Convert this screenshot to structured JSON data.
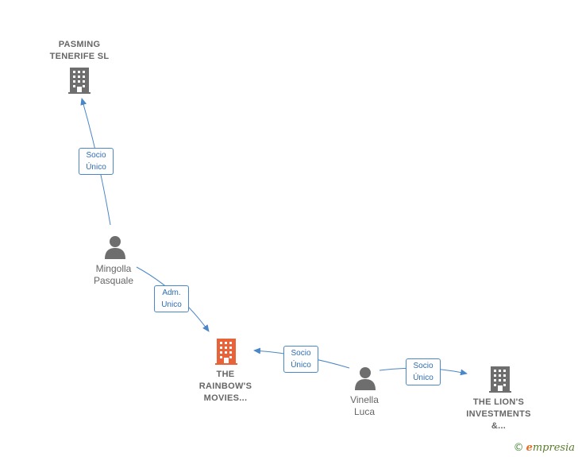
{
  "nodes": {
    "pasming": {
      "label": "PASMING\nTENERIFE  SL",
      "icon": "building-icon",
      "color": "#6e6e6e"
    },
    "rainbow": {
      "label": "THE\nRAINBOW'S\nMOVIES...",
      "icon": "building-icon",
      "color": "#e8623a"
    },
    "lion": {
      "label": "THE LION'S\nINVESTMENTS\n&...",
      "icon": "building-icon",
      "color": "#6e6e6e"
    },
    "mingolla": {
      "label": "Mingolla\nPasquale",
      "icon": "person-icon",
      "color": "#6e6e6e"
    },
    "vinella": {
      "label": "Vinella\nLuca",
      "icon": "person-icon",
      "color": "#6e6e6e"
    }
  },
  "edges": {
    "mingolla_pasming": {
      "label": "Socio\nÚnico"
    },
    "mingolla_rainbow": {
      "label": "Adm.\nUnico"
    },
    "vinella_rainbow": {
      "label": "Socio\nÚnico"
    },
    "vinella_lion": {
      "label": "Socio\nÚnico"
    }
  },
  "colors": {
    "edge": "#4a86c8"
  },
  "brand": {
    "copyright": "©",
    "name_initial": "e",
    "name_rest": "mpresia"
  }
}
